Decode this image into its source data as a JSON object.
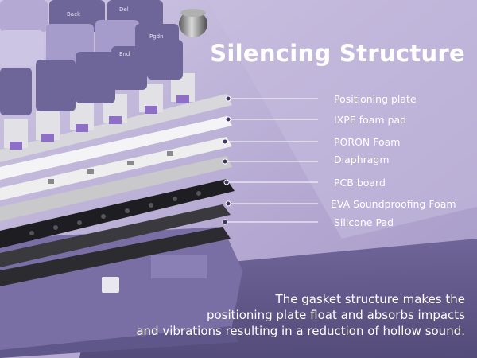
{
  "title": "Silencing Structure",
  "layers": [
    {
      "label": "Positioning plate"
    },
    {
      "label": "IXPE foam pad"
    },
    {
      "label": "PORON Foam"
    },
    {
      "label": "Diaphragm"
    },
    {
      "label": "PCB board"
    },
    {
      "label": "EVA Soundproofing Foam"
    },
    {
      "label": "Silicone Pad"
    }
  ],
  "description": [
    "The gasket structure makes the",
    "positioning plate float and absorbs impacts",
    "and vibrations resulting in a reduction of hollow sound."
  ],
  "keycap_legends": [
    "Back",
    "Del",
    "Pgdn",
    "End"
  ],
  "colors": {
    "background": "#b9aed4",
    "accent_purple": "#6f64a0",
    "dark_panel": "#5a5280",
    "text": "#ffffff"
  }
}
